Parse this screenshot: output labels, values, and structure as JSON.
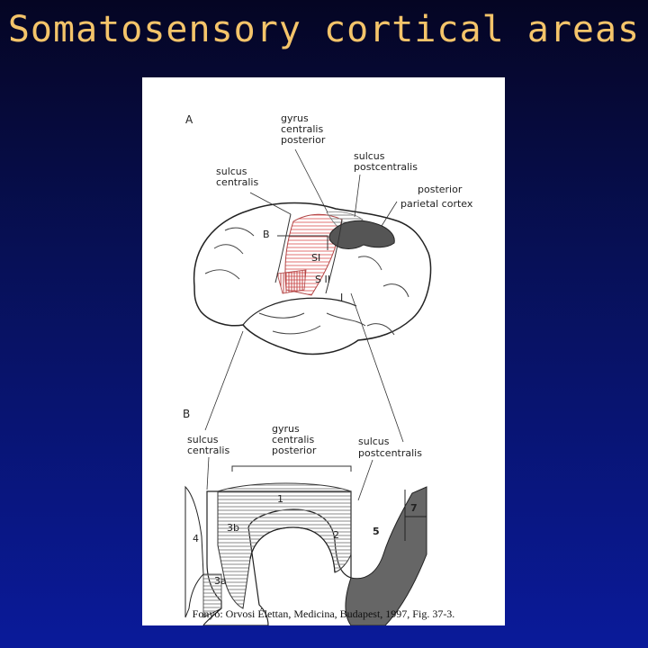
{
  "title": "Somatosensory cortical areas",
  "figure": {
    "panel_a": {
      "letter": "A",
      "gyrus_line1": "gyrus",
      "gyrus_line2": "centralis",
      "gyrus_line3": "posterior",
      "sulcus_centralis_line1": "sulcus",
      "sulcus_centralis_line2": "centralis",
      "sulcus_post_line1": "sulcus",
      "sulcus_post_line2": "postcentralis",
      "ppc_line1": "posterior",
      "ppc_line2": "parietal cortex",
      "mark_b": "B",
      "s1": "SI",
      "s2": "S II",
      "mark_i": "I"
    },
    "panel_b": {
      "letter": "B",
      "sulcus_centralis_line1": "sulcus",
      "sulcus_centralis_line2": "centralis",
      "gyrus_line1": "gyrus",
      "gyrus_line2": "centralis",
      "gyrus_line3": "posterior",
      "sulcus_post_line1": "sulcus",
      "sulcus_post_line2": "postcentralis",
      "area_1": "1",
      "area_2": "2",
      "area_3a": "3a",
      "area_3b": "3b",
      "area_4": "4",
      "area_5": "5",
      "area_7": "7"
    },
    "citation": "Fonyó: Orvosi Élettan, Medicina, Budapest, 1997, Fig. 37-3."
  },
  "colors": {
    "title": "#f4c46a",
    "hatch_red": "#e07070",
    "grey_area": "#555555"
  }
}
